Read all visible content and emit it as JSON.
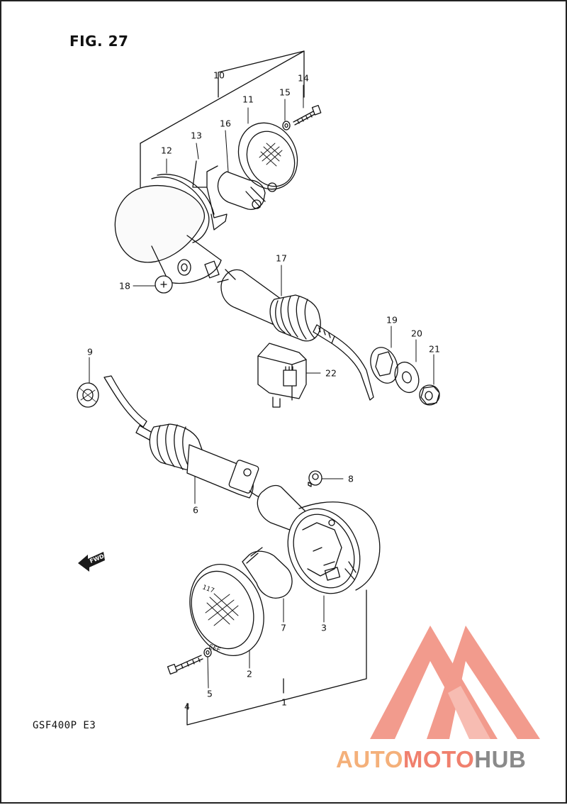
{
  "figure": {
    "title": "FIG. 27",
    "model_code": "GSF400P  E3"
  },
  "part_numbers": [
    {
      "id": "1",
      "label": "1"
    },
    {
      "id": "2",
      "label": "2"
    },
    {
      "id": "3",
      "label": "3"
    },
    {
      "id": "4",
      "label": "4"
    },
    {
      "id": "5",
      "label": "5"
    },
    {
      "id": "6",
      "label": "6"
    },
    {
      "id": "7",
      "label": "7"
    },
    {
      "id": "8",
      "label": "8"
    },
    {
      "id": "9",
      "label": "9"
    },
    {
      "id": "10",
      "label": "10"
    },
    {
      "id": "11",
      "label": "11"
    },
    {
      "id": "12",
      "label": "12"
    },
    {
      "id": "13",
      "label": "13"
    },
    {
      "id": "14",
      "label": "14"
    },
    {
      "id": "15",
      "label": "15"
    },
    {
      "id": "16",
      "label": "16"
    },
    {
      "id": "17",
      "label": "17"
    },
    {
      "id": "18",
      "label": "18"
    },
    {
      "id": "19",
      "label": "19"
    },
    {
      "id": "20",
      "label": "20"
    },
    {
      "id": "21",
      "label": "21"
    },
    {
      "id": "22",
      "label": "22"
    }
  ],
  "fwd_arrow": {
    "label": "FWD"
  },
  "lens_marks": {
    "upper": "117",
    "lower": "EEE"
  },
  "watermark": {
    "part_auto": "AUTO",
    "part_moto": "MOTO",
    "part_hub": "HUB",
    "logo_color": "#f08a7a"
  }
}
